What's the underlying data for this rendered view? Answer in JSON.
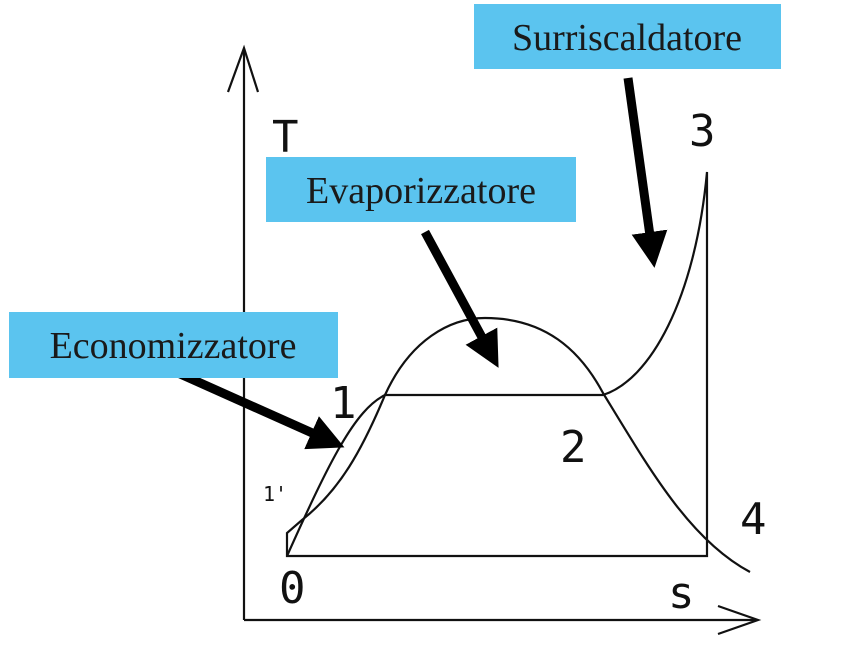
{
  "colors": {
    "label_bg": "#5bc4ef",
    "line": "#111111",
    "arrow": "#000000",
    "background": "#ffffff"
  },
  "axes": {
    "y_label": "T",
    "x_label": "s"
  },
  "labels": {
    "superheater": "Surriscaldatore",
    "evaporator": "Evaporizzatore",
    "economizer": "Economizzatore"
  },
  "points": {
    "p0": "0",
    "p1": "1",
    "p1prime": "1'",
    "p2": "2",
    "p3": "3",
    "p4": "4"
  }
}
